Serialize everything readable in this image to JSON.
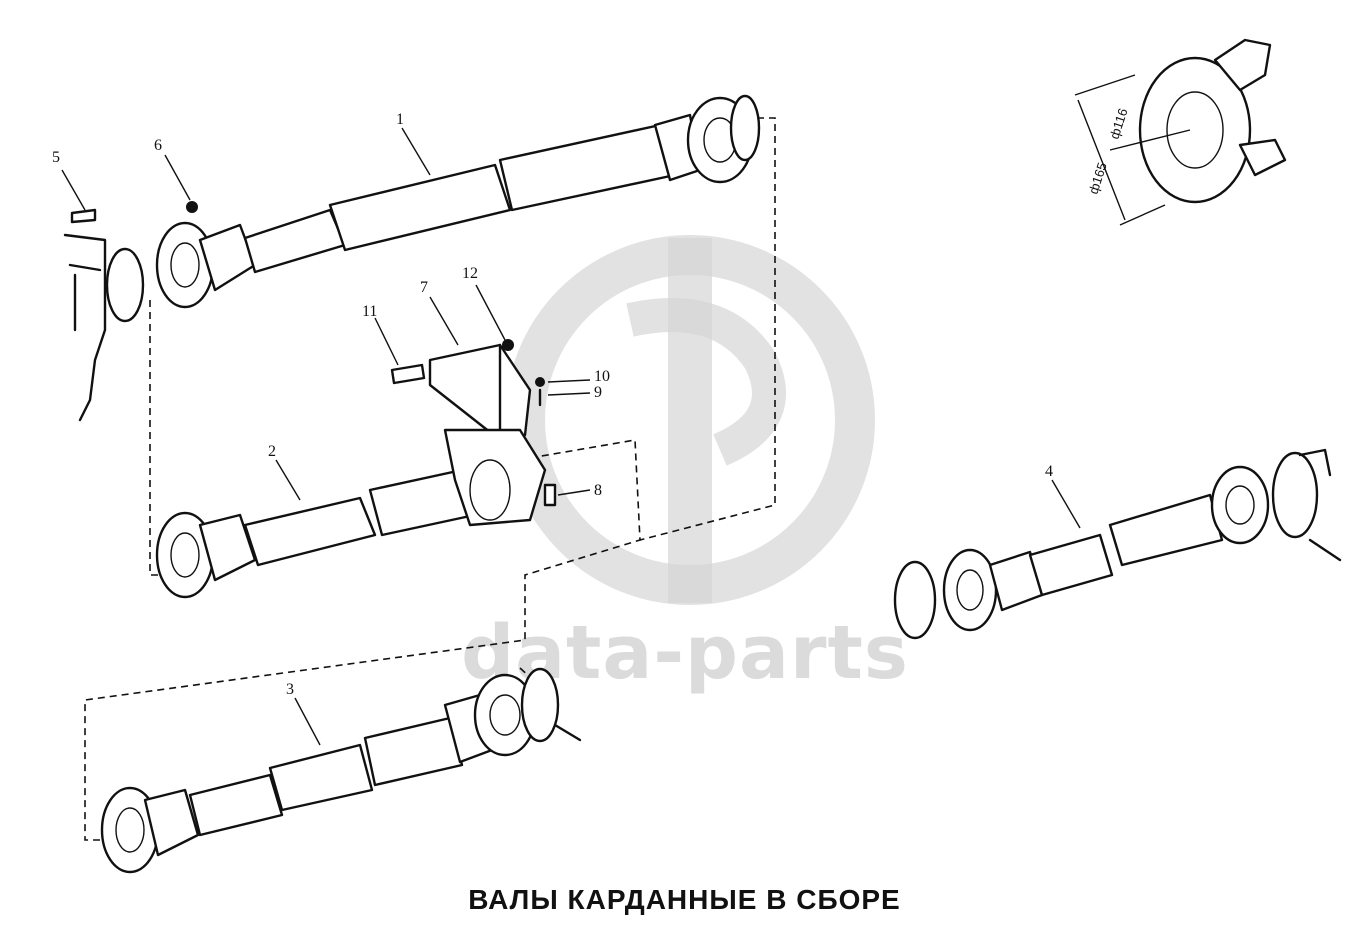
{
  "title": "ВАЛЫ КАРДАННЫЕ В СБОРЕ",
  "watermark": "data-parts",
  "callouts": {
    "c1": "1",
    "c2": "2",
    "c3": "3",
    "c4": "4",
    "c5": "5",
    "c6": "6",
    "c7": "7",
    "c8": "8",
    "c9": "9",
    "c10": "10",
    "c11": "11",
    "c12": "12"
  },
  "dimensions": {
    "outer": "ф165",
    "inner": "ф116"
  },
  "colors": {
    "ink": "#111111",
    "watermark": "#cfcfcf"
  }
}
